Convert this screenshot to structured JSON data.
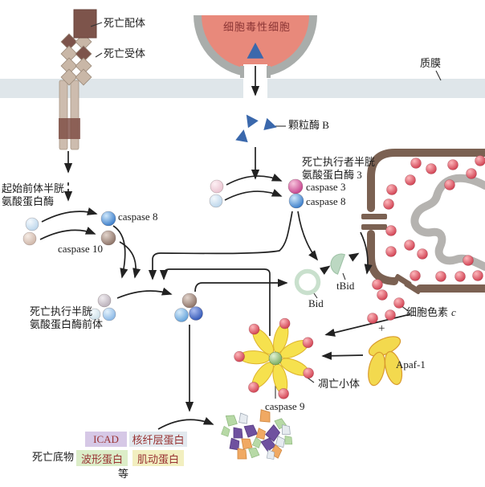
{
  "figure": {
    "title_hidden": "",
    "membrane_label": "质膜",
    "death_ligand": "死亡配体",
    "death_receptor": "死亡受体",
    "cytotoxic_cell": "细胞毒性细胞",
    "granzyme_b": "颗粒酶 B",
    "initiator_procaspase_line1": "起始前体半胱",
    "initiator_procaspase_line2": "氨酸蛋白酶",
    "caspase8_left": "caspase 8",
    "caspase10": "caspase 10",
    "executioner_caspase_line1": "死亡执行者半胱",
    "executioner_caspase_line2": "氨酸蛋白酶 3",
    "caspase3": "caspase 3",
    "caspase8_center": "caspase 8",
    "executioner_procaspase_line1": "死亡执行半胱",
    "executioner_procaspase_line2": "氨酸蛋白酶前体",
    "bid": "Bid",
    "tbid": "tBid",
    "cytochrome_c_prefix": "细胞色素",
    "cytochrome_c_italic": "c",
    "plus": "+",
    "apaf1": "Apaf-1",
    "apoptosome": "凋亡小体",
    "caspase9": "caspase 9",
    "death_substrates": "死亡底物",
    "icad": "ICAD",
    "nuclear_lamin": "核纤层蛋白",
    "vimentin": "波形蛋白",
    "actin": "肌动蛋白",
    "etc": "等"
  },
  "colors": {
    "membrane": "#dfe6ea",
    "cell_fill": "#e8897b",
    "cell_border": "#a9adab",
    "cell_text": "#8b3535",
    "triangle_blue": "#3a68ac",
    "mito_outer": "#7b6152",
    "mito_inner": "#b5b3b0",
    "cytochrome_red": "#cf3d4e",
    "caspase_blue": "#3579c8",
    "caspase_magenta": "#c43f8b",
    "caspase_brown": "#8a7064",
    "caspase_darkblue": "#2f55b5",
    "bid_green": "#c9e0cd",
    "tbid_green": "#bcd8c2",
    "apaf_yellow": "#f3d94e",
    "petal_yellow": "#f6e14e",
    "apoptosome_center_green": "#77aa5c",
    "receptor_tan": "#c9b7a7",
    "ligand_brown": "#7d544b",
    "icad_bg": "#d6c8e6",
    "lamin_bg": "#e2e8ee",
    "vimentin_bg": "#dcedc8",
    "actin_bg": "#f2efc0",
    "substrate_text": "#993333",
    "fragment_purple": "#6f519f",
    "fragment_orange": "#f0a963",
    "fragment_green": "#b7d9a6",
    "arrow": "#222222"
  }
}
